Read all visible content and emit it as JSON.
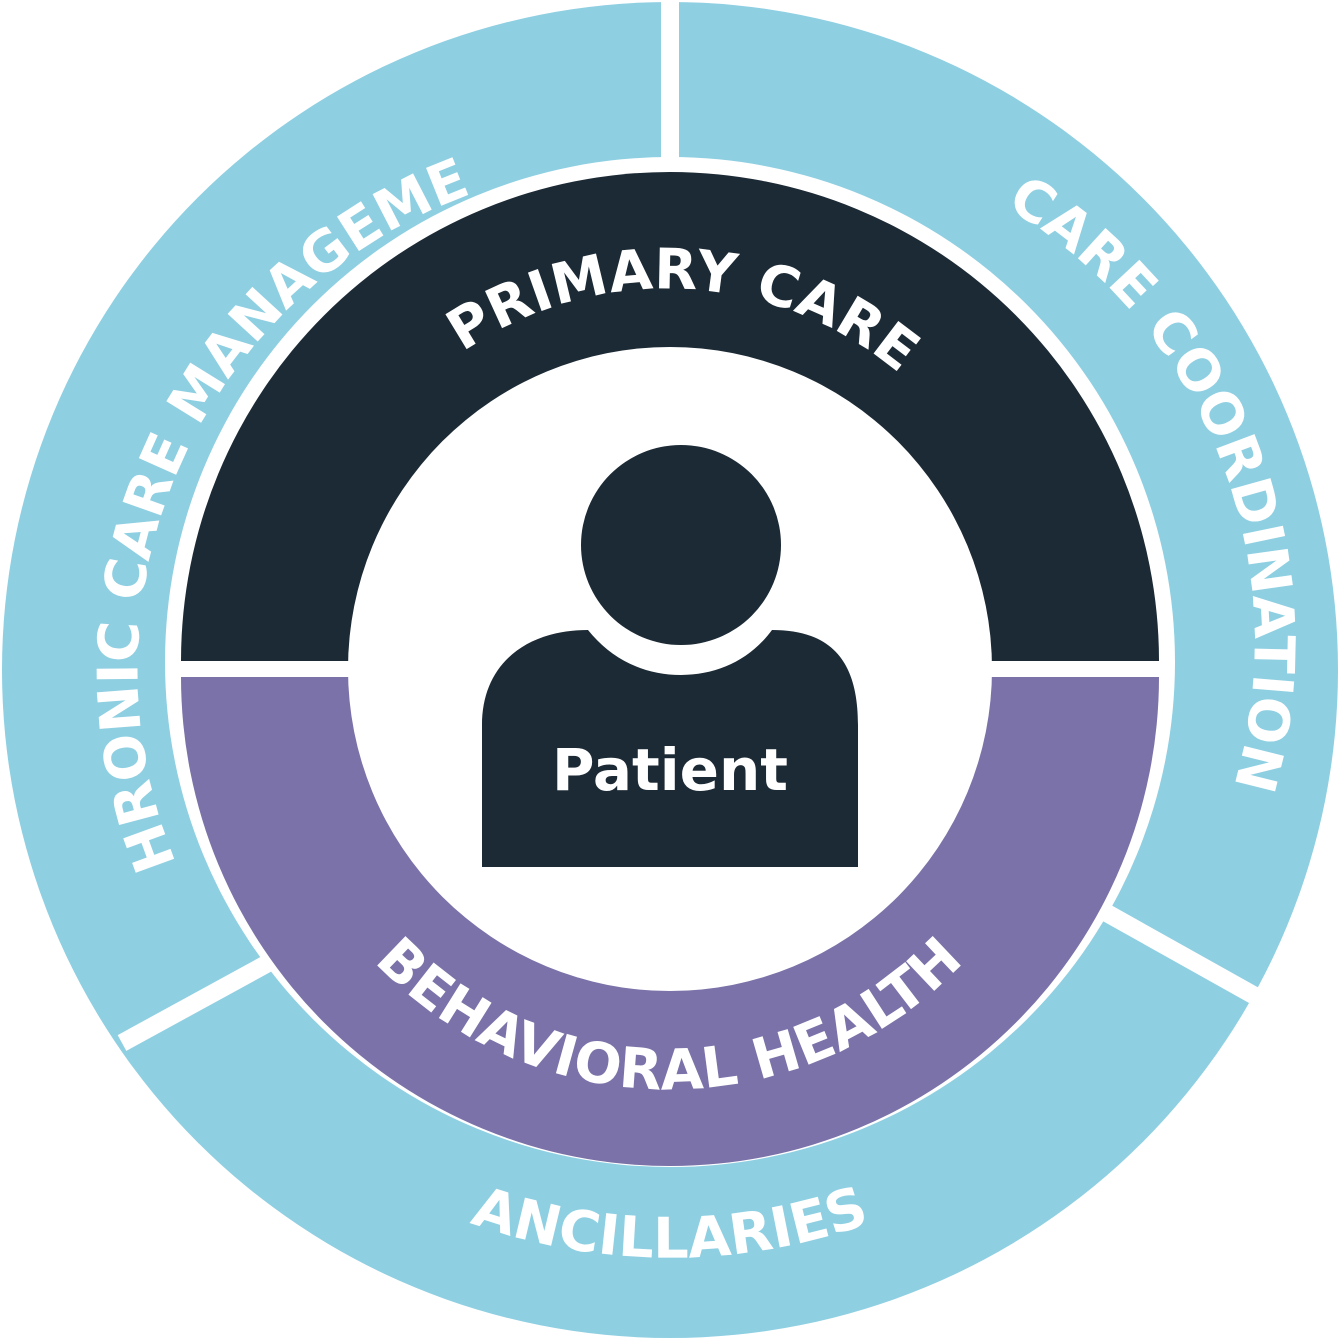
{
  "diagram": {
    "center_label": "Patient",
    "inner_ring": [
      {
        "key": "primary",
        "label": "PRIMARY CARE"
      },
      {
        "key": "behavioral",
        "label": "BEHAVIORAL HEALTH"
      }
    ],
    "outer_ring": [
      {
        "key": "chronic",
        "label": "CHRONIC CARE MANAGEMENT"
      },
      {
        "key": "coordination",
        "label": "CARE COORDINATION"
      },
      {
        "key": "ancillaries",
        "label": "ANCILLARIES"
      }
    ]
  },
  "colors": {
    "outer_ring": "#8ecfe2",
    "primary_care": "#1c2a35",
    "behavioral_health": "#7a72a8",
    "center": "#ffffff",
    "patient_icon": "#1c2a35",
    "divider": "#ffffff",
    "text": "#ffffff"
  },
  "icons": {
    "center": "person-icon"
  }
}
